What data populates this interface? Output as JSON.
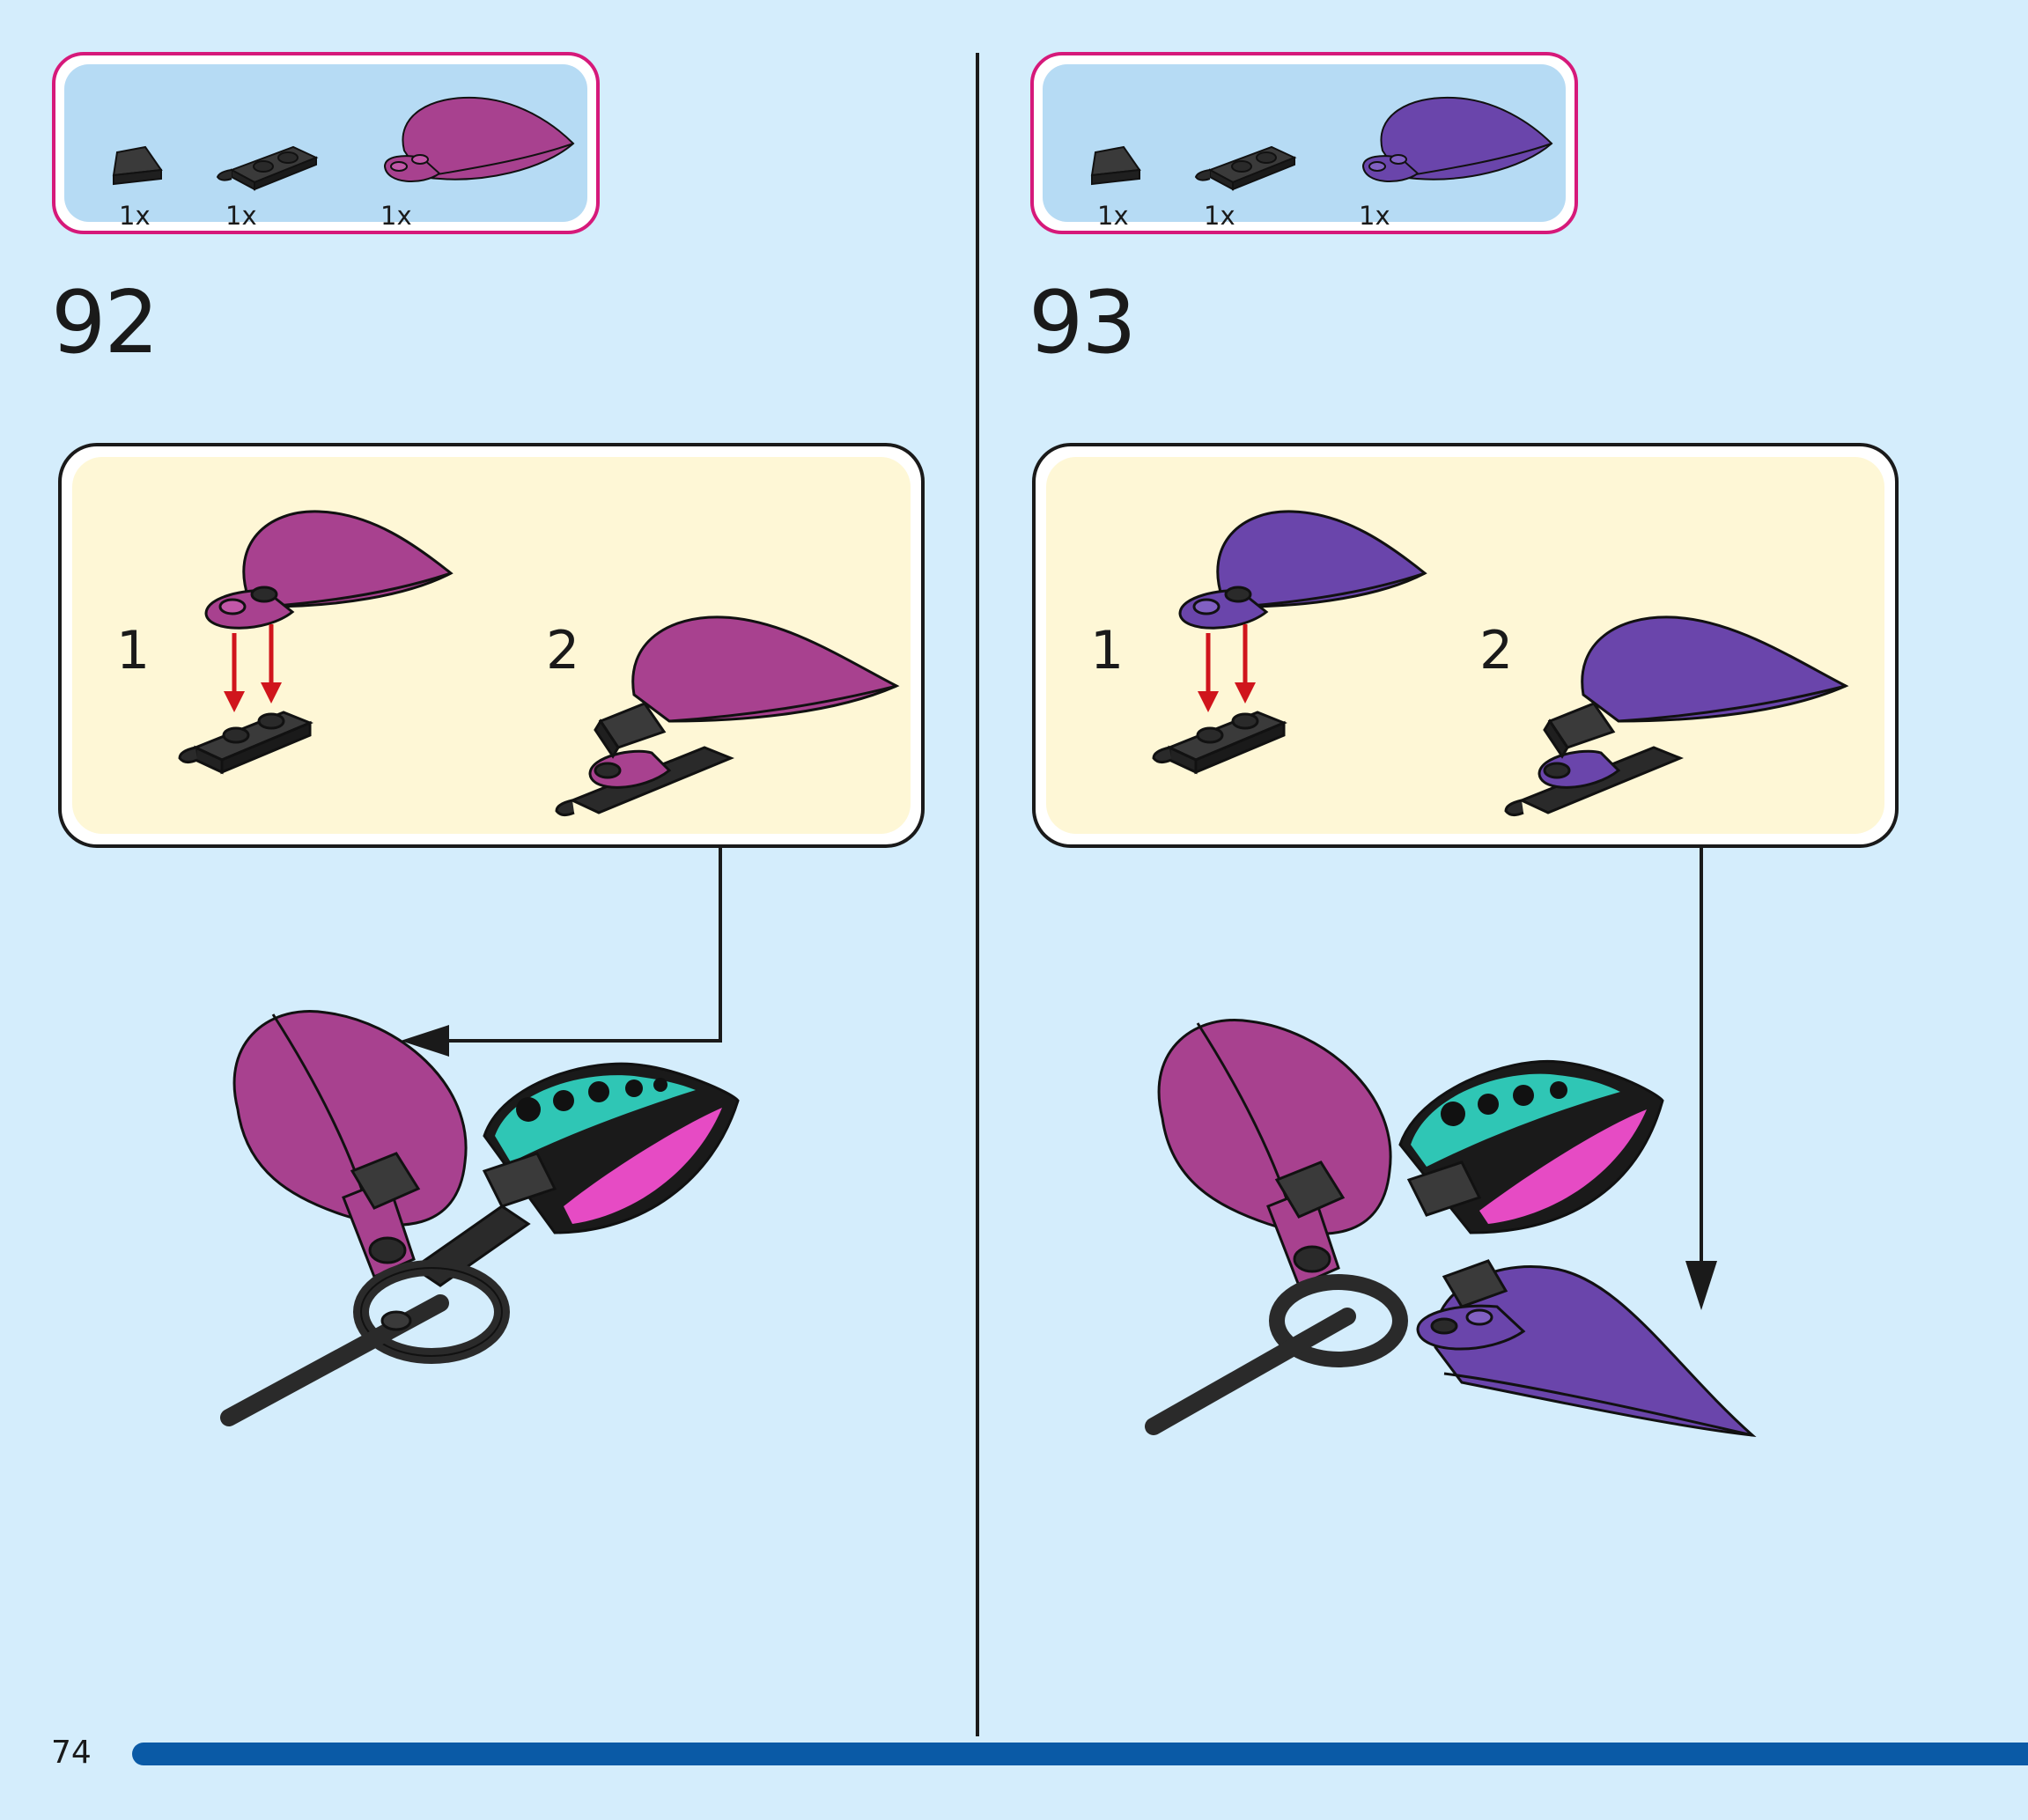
{
  "page": {
    "number": "74"
  },
  "steps": [
    {
      "number": "92",
      "parts": [
        {
          "qty": "1x",
          "icon": "black-wedge-tile-icon"
        },
        {
          "qty": "1x",
          "icon": "black-clip-plate-icon"
        },
        {
          "qty": "1x",
          "icon": "magenta-wing-icon"
        }
      ],
      "substeps": [
        "1",
        "2"
      ],
      "wing_color": "#a8418f"
    },
    {
      "number": "93",
      "parts": [
        {
          "qty": "1x",
          "icon": "black-wedge-tile-icon"
        },
        {
          "qty": "1x",
          "icon": "black-clip-plate-icon"
        },
        {
          "qty": "1x",
          "icon": "purple-wing-icon"
        }
      ],
      "substeps": [
        "1",
        "2"
      ],
      "wing_color": "#6a45ab"
    }
  ],
  "colors": {
    "background": "#d4edfc",
    "parts_border": "#d6197a",
    "parts_fill": "#b6dbf4",
    "substep_fill": "#fef7d6",
    "arrow_red": "#d0151c",
    "footer_bar": "#0a5aa6",
    "teal_pattern": "#2fc6b5",
    "pink_pattern": "#e64bc4"
  }
}
